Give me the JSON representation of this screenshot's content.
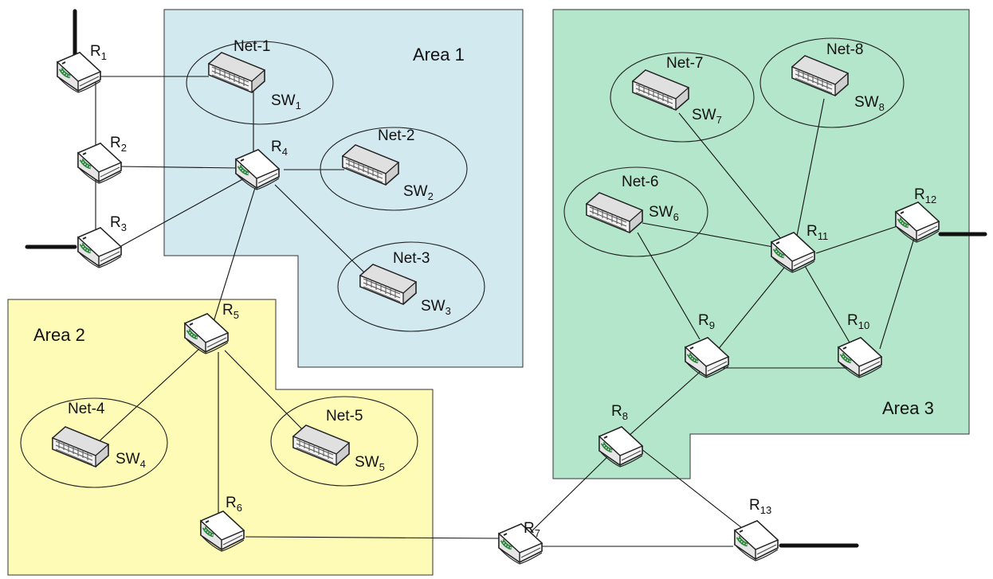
{
  "areas": [
    {
      "id": "area1",
      "label": "Area 1",
      "color": "#d2e9ef"
    },
    {
      "id": "area2",
      "label": "Area 2",
      "color": "#fefbb7"
    },
    {
      "id": "area3",
      "label": "Area 3",
      "color": "#b4e6cb"
    }
  ],
  "networks": [
    {
      "id": "net1",
      "label": "Net-1",
      "switch": "SW",
      "switch_sub": "1"
    },
    {
      "id": "net2",
      "label": "Net-2",
      "switch": "SW",
      "switch_sub": "2"
    },
    {
      "id": "net3",
      "label": "Net-3",
      "switch": "SW",
      "switch_sub": "3"
    },
    {
      "id": "net4",
      "label": "Net-4",
      "switch": "SW",
      "switch_sub": "4"
    },
    {
      "id": "net5",
      "label": "Net-5",
      "switch": "SW",
      "switch_sub": "5"
    },
    {
      "id": "net6",
      "label": "Net-6",
      "switch": "SW",
      "switch_sub": "6"
    },
    {
      "id": "net7",
      "label": "Net-7",
      "switch": "SW",
      "switch_sub": "7"
    },
    {
      "id": "net8",
      "label": "Net-8",
      "switch": "SW",
      "switch_sub": "8"
    }
  ],
  "routers": [
    {
      "id": "R1",
      "label": "R",
      "sub": "1"
    },
    {
      "id": "R2",
      "label": "R",
      "sub": "2"
    },
    {
      "id": "R3",
      "label": "R",
      "sub": "3"
    },
    {
      "id": "R4",
      "label": "R",
      "sub": "4"
    },
    {
      "id": "R5",
      "label": "R",
      "sub": "5"
    },
    {
      "id": "R6",
      "label": "R",
      "sub": "6"
    },
    {
      "id": "R7",
      "label": "R",
      "sub": "7"
    },
    {
      "id": "R8",
      "label": "R",
      "sub": "8"
    },
    {
      "id": "R9",
      "label": "R",
      "sub": "9"
    },
    {
      "id": "R10",
      "label": "R",
      "sub": "10"
    },
    {
      "id": "R11",
      "label": "R",
      "sub": "11"
    },
    {
      "id": "R12",
      "label": "R",
      "sub": "12"
    },
    {
      "id": "R13",
      "label": "R",
      "sub": "13"
    }
  ],
  "links": [
    [
      "R1",
      "SW1"
    ],
    [
      "R1",
      "R2"
    ],
    [
      "R2",
      "R4"
    ],
    [
      "R2",
      "R3"
    ],
    [
      "R3",
      "R4"
    ],
    [
      "SW1",
      "R4"
    ],
    [
      "R4",
      "SW2"
    ],
    [
      "R4",
      "SW3"
    ],
    [
      "R4",
      "R5"
    ],
    [
      "R5",
      "SW4"
    ],
    [
      "R5",
      "SW5"
    ],
    [
      "R5",
      "R6"
    ],
    [
      "R6",
      "R7"
    ],
    [
      "R7",
      "R8"
    ],
    [
      "R7",
      "R13"
    ],
    [
      "R8",
      "R13"
    ],
    [
      "R8",
      "R9"
    ],
    [
      "R9",
      "R10"
    ],
    [
      "R9",
      "R11"
    ],
    [
      "R9",
      "SW6"
    ],
    [
      "SW6",
      "R11"
    ],
    [
      "SW7",
      "R11"
    ],
    [
      "SW8",
      "R11"
    ],
    [
      "R11",
      "R10"
    ],
    [
      "R11",
      "R12"
    ],
    [
      "R12",
      "R10"
    ]
  ],
  "external_links": [
    "R1",
    "R3",
    "R12",
    "R13"
  ],
  "icon_colors": {
    "router_body": "#f4f4f4",
    "router_outline": "#222222",
    "router_accent": "#2b8a3e",
    "switch_body": "#cfcfcf",
    "switch_face": "#f2f2f2"
  }
}
